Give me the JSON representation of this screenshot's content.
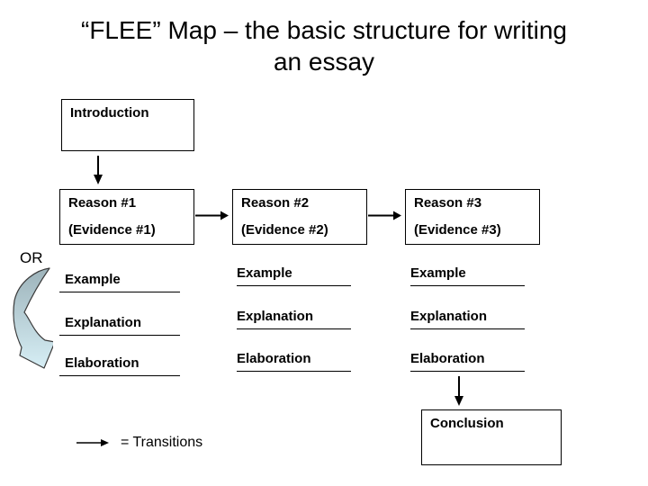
{
  "slide": {
    "title_line1": "“FLEE” Map – the basic structure for writing",
    "title_line2": "an essay"
  },
  "boxes": {
    "introduction": "Introduction",
    "reason1_title": "Reason #1",
    "reason1_evidence": "(Evidence #1)",
    "reason2_title": "Reason #2",
    "reason2_evidence": "(Evidence #2)",
    "reason3_title": "Reason #3",
    "reason3_evidence": "(Evidence #3)",
    "conclusion": "Conclusion"
  },
  "or_label": "OR",
  "columns": [
    {
      "items": [
        "Example",
        "Explanation",
        "Elaboration"
      ]
    },
    {
      "items": [
        "Example",
        "Explanation",
        "Elaboration"
      ]
    },
    {
      "items": [
        "Example",
        "Explanation",
        "Elaboration"
      ]
    }
  ],
  "legend": {
    "label": "= Transitions"
  },
  "colors": {
    "curved_arrow_top": "#9db3ba",
    "curved_arrow_bottom": "#d6eef5",
    "stroke": "#000000",
    "background": "#ffffff"
  }
}
